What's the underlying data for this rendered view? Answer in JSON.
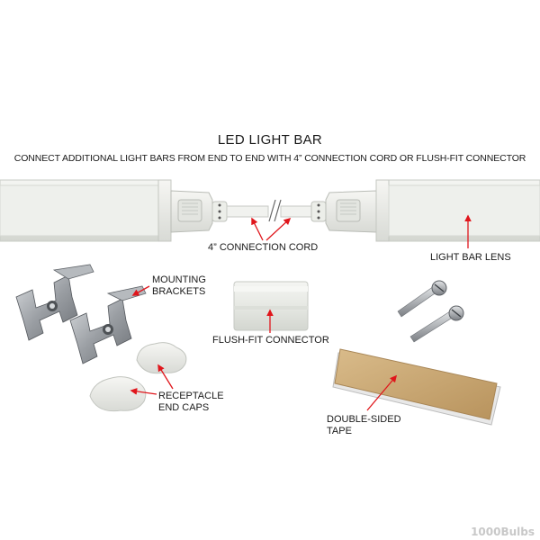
{
  "title": "LED LIGHT BAR",
  "subtitle": "CONNECT ADDITIONAL LIGHT BARS FROM END TO END WITH 4” CONNECTION CORD OR FLUSH-FIT CONNECTOR",
  "labels": {
    "connection_cord": "4” CONNECTION CORD",
    "light_bar_lens": "LIGHT BAR LENS",
    "mounting_brackets_1": "MOUNTING",
    "mounting_brackets_2": "BRACKETS",
    "flush_fit_connector": "FLUSH-FIT CONNECTOR",
    "end_caps_1": "RECEPTACLE",
    "end_caps_2": "END CAPS",
    "tape_1": "DOUBLE-SIDED",
    "tape_2": "TAPE"
  },
  "watermark": "1000Bulbs",
  "colors": {
    "arrow": "#e0161c",
    "bar": "#e9ebe6",
    "tape": "#c9a774",
    "metal": "#9a9ea3"
  }
}
